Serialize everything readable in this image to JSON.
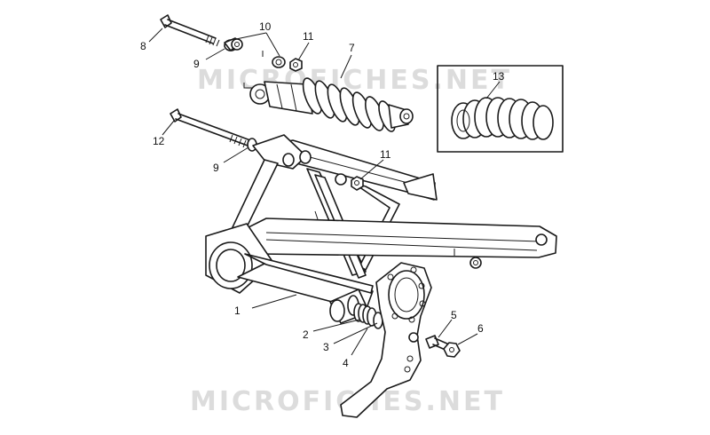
{
  "watermark_text": "MICROFICHES.NET",
  "callouts": {
    "c1": "1",
    "c2": "2",
    "c3": "3",
    "c4": "4",
    "c5": "5",
    "c6": "6",
    "c7": "7",
    "c8": "8",
    "c9a": "9",
    "c9b": "9",
    "c10": "10",
    "c11a": "11",
    "c11b": "11",
    "c12": "12",
    "c13": "13"
  }
}
